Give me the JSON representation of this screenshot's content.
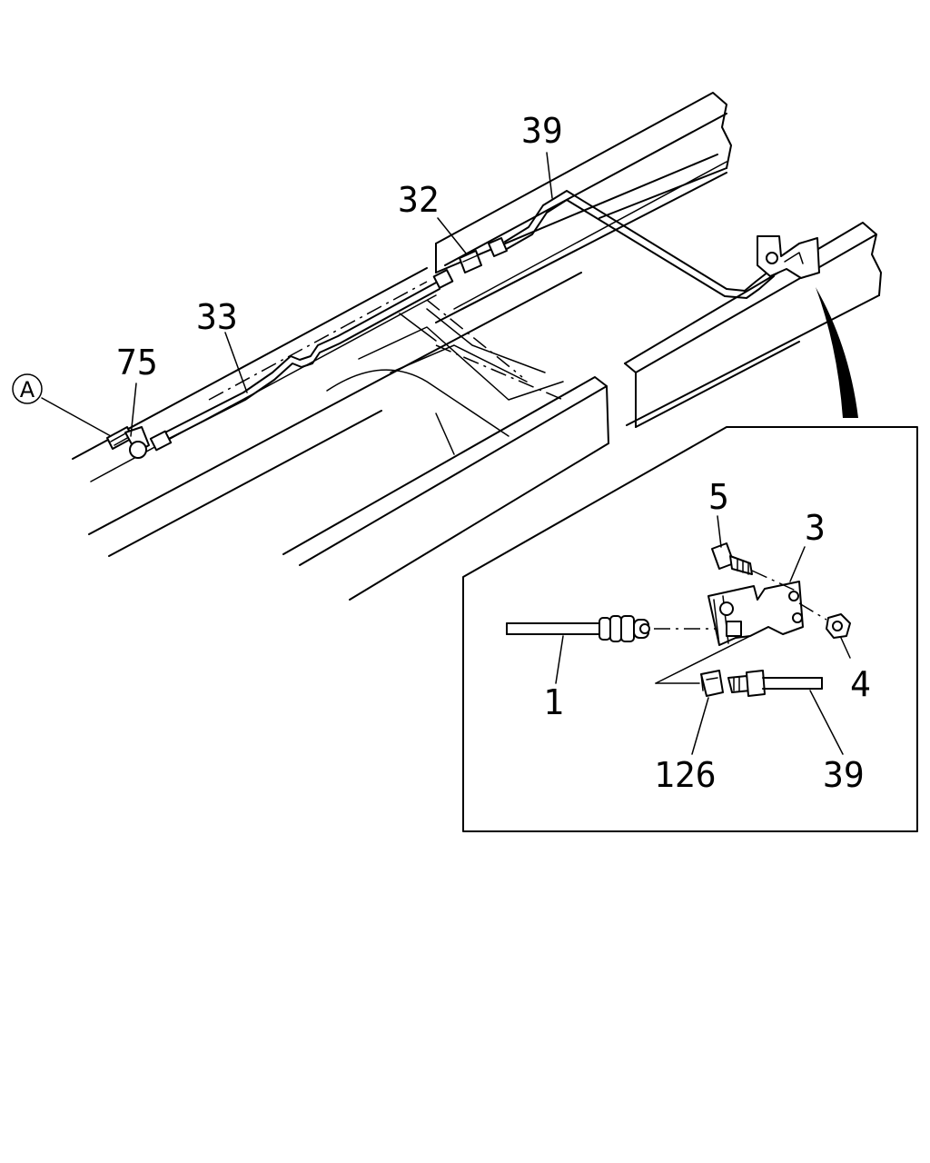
{
  "callouts": {
    "ref_a": "A",
    "p75": "75",
    "p33": "33",
    "p32": "32",
    "p39_main": "39",
    "p5": "5",
    "p3": "3",
    "p4": "4",
    "p1": "1",
    "p126": "126",
    "p39_detail": "39"
  }
}
